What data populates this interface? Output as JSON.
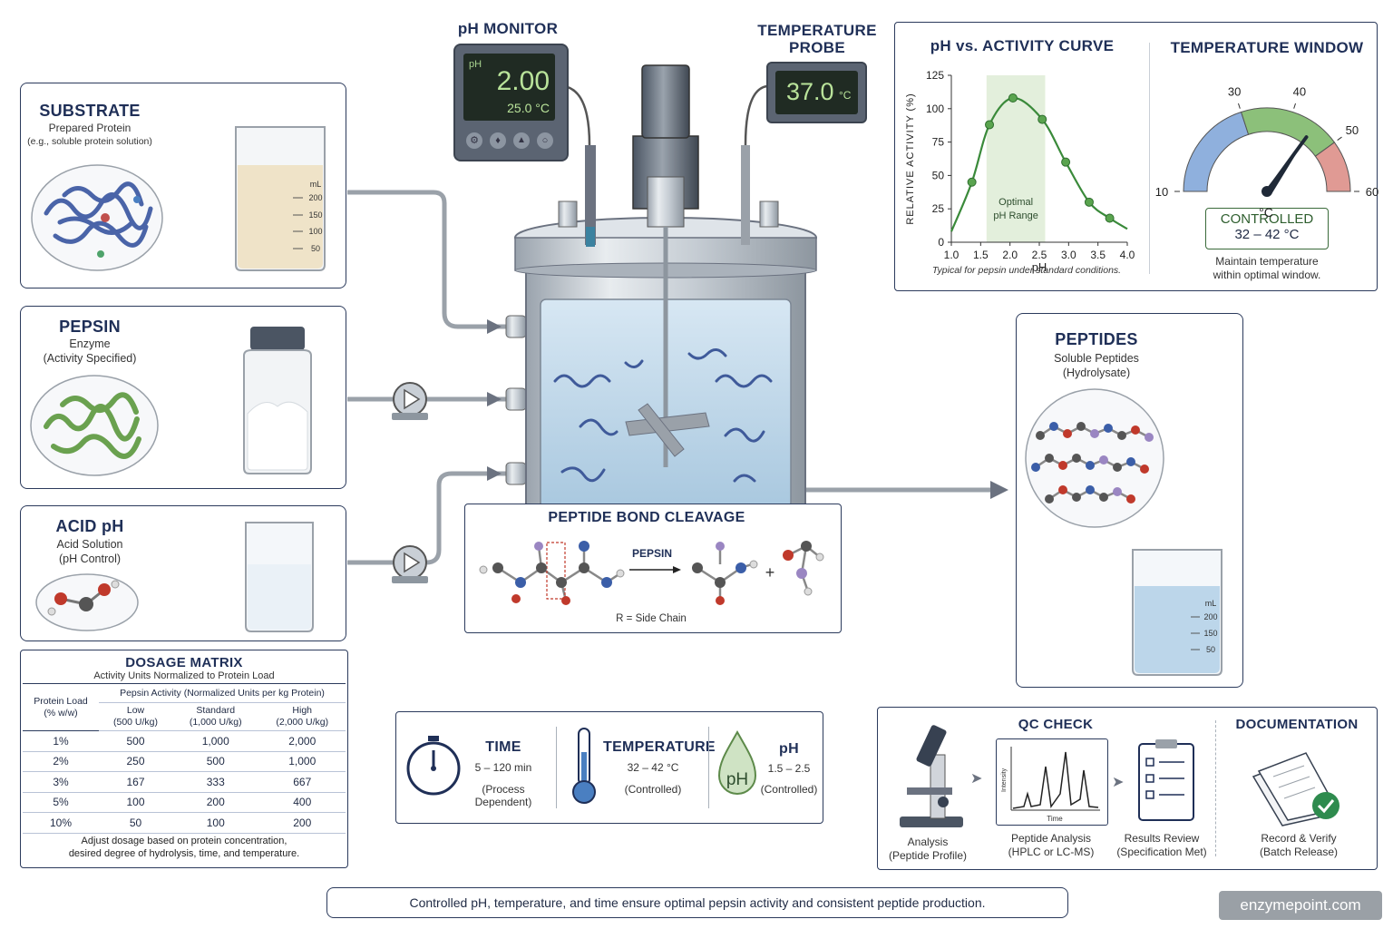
{
  "colors": {
    "navy": "#1f2f57",
    "green": "#3a8a3a",
    "border": "#2b3a5c",
    "liquid": "#bcd6ea"
  },
  "ph_monitor": {
    "title": "pH MONITOR",
    "ph_label": "pH",
    "ph_value": "2.00",
    "temp_value": "25.0 °C",
    "buttons": [
      "settings-icon",
      "drop-icon",
      "up-arrow-icon",
      "power-icon"
    ]
  },
  "temp_probe": {
    "title_line1": "TEMPERATURE",
    "title_line2": "PROBE",
    "value": "37.0",
    "unit": "°C"
  },
  "substrate": {
    "title": "SUBSTRATE",
    "line1": "Prepared Protein",
    "line2": "(e.g., soluble protein solution)",
    "beaker": {
      "unit": "mL",
      "marks": [
        "200",
        "150",
        "100",
        "50"
      ]
    }
  },
  "pepsin": {
    "title": "PEPSIN",
    "line1": "Enzyme",
    "line2": "(Activity Specified)"
  },
  "acid": {
    "title": "ACID pH",
    "line1": "Acid Solution",
    "line2": "(pH Control)"
  },
  "cleavage": {
    "title": "PEPTIDE BOND CLEAVAGE",
    "arrow_label": "PEPSIN",
    "plus": "+",
    "note": "R = Side Chain"
  },
  "peptides": {
    "title": "PEPTIDES",
    "line1": "Soluble Peptides",
    "line2": "(Hydrolysate)",
    "beaker": {
      "unit": "mL",
      "marks": [
        "200",
        "150",
        "50"
      ]
    }
  },
  "ph_curve": {
    "title": "pH vs. ACTIVITY CURVE",
    "optimal_line1": "Optimal",
    "optimal_line2": "pH Range",
    "caption": "Typical for pepsin under standard conditions."
  },
  "chart_data": {
    "type": "line",
    "xlabel": "pH",
    "ylabel": "RELATIVE ACTIVITY (%)",
    "xlim": [
      1.0,
      4.0
    ],
    "ylim": [
      0,
      125
    ],
    "x_ticks": [
      "1.0",
      "1.5",
      "2.0",
      "2.5",
      "3.0",
      "3.5",
      "4.0"
    ],
    "y_ticks": [
      "0",
      "25",
      "50",
      "75",
      "100",
      "125"
    ],
    "highlight_range": [
      1.6,
      2.6
    ],
    "series": [
      {
        "x": [
          1.0,
          1.35,
          1.65,
          2.05,
          2.55,
          2.95,
          3.35,
          3.7,
          4.0
        ],
        "y": [
          8,
          45,
          88,
          108,
          92,
          60,
          30,
          18,
          10
        ],
        "marker_x": [
          1.35,
          1.65,
          2.05,
          2.55,
          2.95,
          3.35,
          3.7
        ]
      }
    ]
  },
  "temp_window": {
    "title": "TEMPERATURE WINDOW",
    "scale": [
      "10",
      "30",
      "40",
      "50",
      "60"
    ],
    "needle_value": 45,
    "unit": "°C",
    "badge_line1": "CONTROLLED",
    "badge_line2": "32 – 42 °C",
    "note_line1": "Maintain temperature",
    "note_line2": "within optimal window."
  },
  "dosage": {
    "title": "DOSAGE MATRIX",
    "subtitle": "Activity Units Normalized to Protein Load",
    "col_head": "Pepsin Activity (Normalized Units per kg Protein)",
    "row_head_line1": "Protein Load",
    "row_head_line2": "(% w/w)",
    "levels": [
      {
        "name": "Low",
        "units": "(500 U/kg)"
      },
      {
        "name": "Standard",
        "units": "(1,000 U/kg)"
      },
      {
        "name": "High",
        "units": "(2,000 U/kg)"
      }
    ],
    "rows": [
      [
        "1%",
        "500",
        "1,000",
        "2,000"
      ],
      [
        "2%",
        "250",
        "500",
        "1,000"
      ],
      [
        "3%",
        "167",
        "333",
        "667"
      ],
      [
        "5%",
        "100",
        "200",
        "400"
      ],
      [
        "10%",
        "50",
        "100",
        "200"
      ]
    ],
    "note_line1": "Adjust dosage based on protein concentration,",
    "note_line2": "desired degree of hydrolysis, time, and temperature."
  },
  "params": {
    "time": {
      "title": "TIME",
      "value": "5 – 120 min",
      "note": "(Process Dependent)"
    },
    "temperature": {
      "title": "TEMPERATURE",
      "value": "32 – 42 °C",
      "note": "(Controlled)"
    },
    "ph": {
      "title": "pH",
      "value": "1.5 – 2.5",
      "note": "(Controlled)",
      "drop_label": "pH"
    }
  },
  "qc": {
    "title": "QC CHECK",
    "doc_title": "DOCUMENTATION",
    "intensity": "Intensity",
    "time": "Time",
    "steps": [
      {
        "line1": "Analysis",
        "line2": "(Peptide Profile)"
      },
      {
        "line1": "Peptide Analysis",
        "line2": "(HPLC or LC-MS)"
      },
      {
        "line1": "Results Review",
        "line2": "(Specification Met)"
      },
      {
        "line1": "Record & Verify",
        "line2": "(Batch Release)"
      }
    ]
  },
  "footer": {
    "text": "Controlled pH, temperature, and time ensure optimal pepsin activity and consistent peptide production.",
    "watermark": "enzymepoint.com"
  }
}
